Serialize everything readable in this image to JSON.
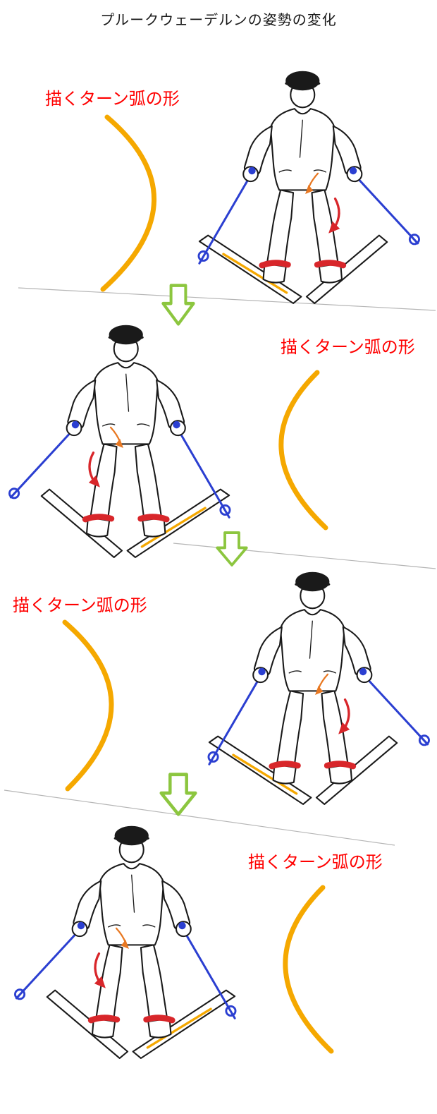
{
  "title": "プルークウェーデルンの姿勢の変化",
  "panels": [
    {
      "id": 1,
      "label": "描くターン弧の形",
      "skier_side": "right",
      "arc_side": "left"
    },
    {
      "id": 2,
      "label": "描くターン弧の形",
      "skier_side": "left",
      "arc_side": "right"
    },
    {
      "id": 3,
      "label": "描くターン弧の形",
      "skier_side": "right",
      "arc_side": "left"
    },
    {
      "id": 4,
      "label": "描くターン弧の形",
      "skier_side": "left",
      "arc_side": "right"
    }
  ],
  "colors": {
    "title_text": "#1a1a1a",
    "label_text": "#ff0000",
    "turn_arc": "#f5a800",
    "transition_arrow": "#8cc63f",
    "ski_pole": "#2b3fd1",
    "boot_band": "#d8262a",
    "small_rotation_arrow": "#e87822",
    "slope_line": "#b5b5b5",
    "sketch_ink": "#1a1a1a"
  },
  "icons": {
    "transition": "down-block-arrow",
    "turn_arc": "orange-crescent-arc",
    "figure": "hand-drawn-skier"
  }
}
